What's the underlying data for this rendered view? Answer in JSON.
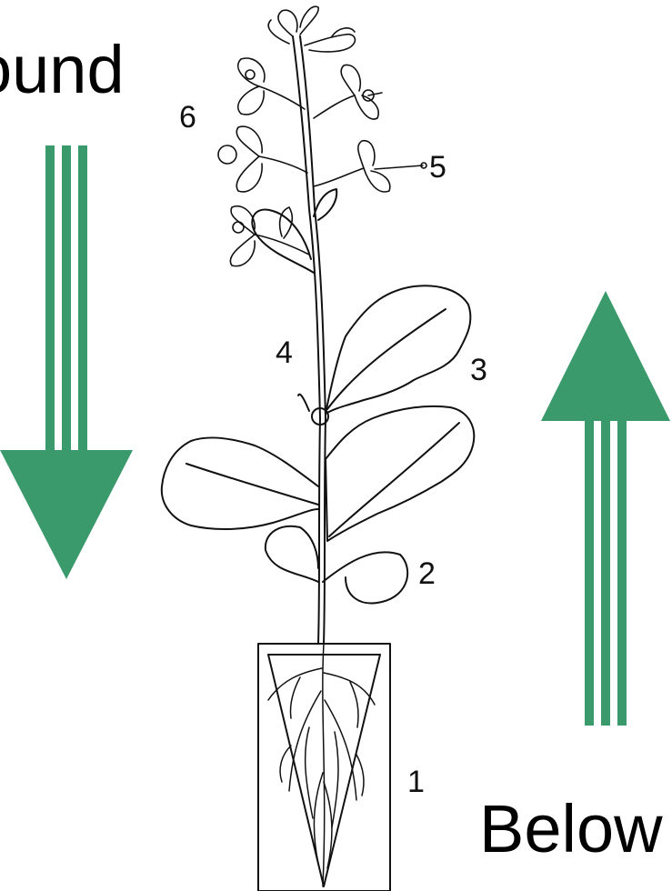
{
  "labels": {
    "above": "ound",
    "below": "Below"
  },
  "numbers": {
    "n1": "1",
    "n2": "2",
    "n3": "3",
    "n4": "4",
    "n5": "5",
    "n6": "6"
  },
  "colors": {
    "arrow": "#3a9a6b",
    "line": "#111111"
  }
}
